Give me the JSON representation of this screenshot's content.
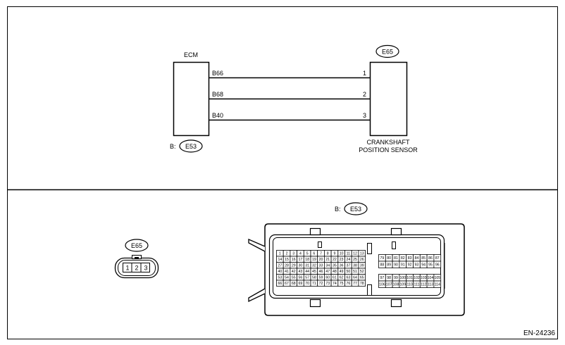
{
  "wiring": {
    "ecm_label": "ECM",
    "ecm_connector_prefix": "B:",
    "ecm_connector_id": "E53",
    "sensor_connector_id": "E65",
    "sensor_label_line1": "CRANKSHAFT",
    "sensor_label_line2": "POSITION SENSOR",
    "wires": [
      {
        "ecm_pin": "B66",
        "sensor_pin": "1"
      },
      {
        "ecm_pin": "B68",
        "sensor_pin": "2"
      },
      {
        "ecm_pin": "B40",
        "sensor_pin": "3"
      }
    ]
  },
  "connector_e65": {
    "id": "E65",
    "pins": [
      "1",
      "2",
      "3"
    ]
  },
  "connector_e53": {
    "prefix": "B:",
    "id": "E53",
    "left_block": [
      [
        "1",
        "2",
        "3",
        "4",
        "5",
        "6",
        "7",
        "8",
        "9",
        "10",
        "11",
        "12",
        "13"
      ],
      [
        "14",
        "15",
        "16",
        "17",
        "18",
        "19",
        "20",
        "21",
        "22",
        "23",
        "24",
        "25",
        "26"
      ],
      [
        "27",
        "28",
        "29",
        "30",
        "31",
        "32",
        "33",
        "34",
        "35",
        "36",
        "37",
        "38",
        "39"
      ],
      [
        "40",
        "41",
        "42",
        "43",
        "44",
        "45",
        "46",
        "47",
        "48",
        "49",
        "50",
        "51",
        "52"
      ],
      [
        "53",
        "54",
        "55",
        "56",
        "57",
        "58",
        "59",
        "60",
        "61",
        "62",
        "63",
        "64",
        "65"
      ],
      [
        "66",
        "67",
        "68",
        "69",
        "70",
        "71",
        "72",
        "73",
        "74",
        "75",
        "76",
        "77",
        "78"
      ]
    ],
    "right_block_top": [
      [
        "79",
        "80",
        "81",
        "82",
        "83",
        "84",
        "85",
        "86",
        "87"
      ],
      [
        "88",
        "89",
        "90",
        "91",
        "92",
        "93",
        "94",
        "95",
        "96"
      ]
    ],
    "right_block_bottom": [
      [
        "97",
        "98",
        "99",
        "100",
        "101",
        "102",
        "103",
        "104",
        "105"
      ],
      [
        "106",
        "107",
        "108",
        "109",
        "110",
        "111",
        "112",
        "113",
        "114"
      ]
    ]
  },
  "figure_code": "EN-24236"
}
